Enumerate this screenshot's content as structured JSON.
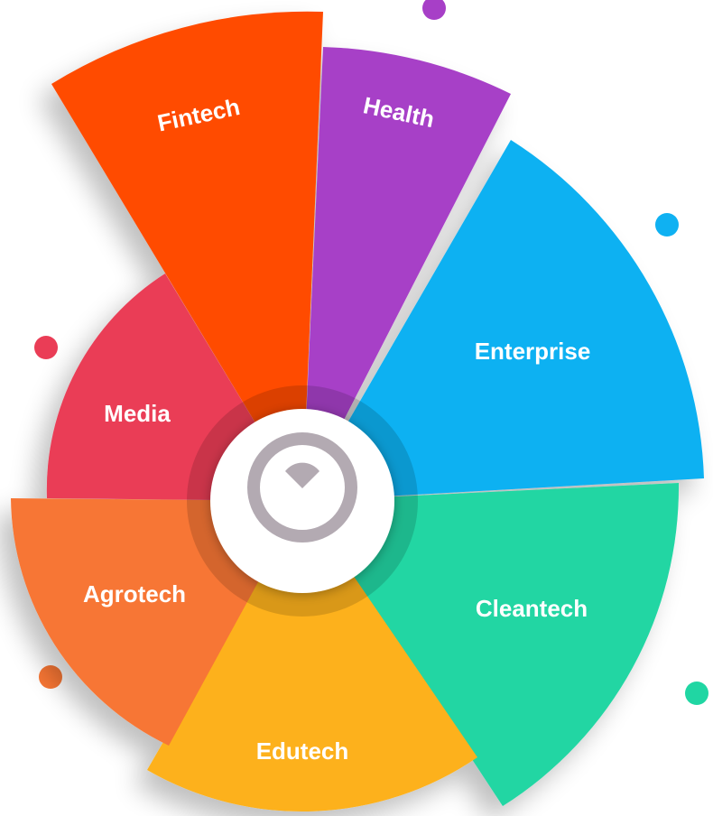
{
  "segments": [
    {
      "label": "Fintech",
      "color": "#ff4c00"
    },
    {
      "label": "Health",
      "color": "#a73fc7"
    },
    {
      "label": "Enterprise",
      "color": "#0fb1f2"
    },
    {
      "label": "Cleantech",
      "color": "#20d6a3"
    },
    {
      "label": "Edutech",
      "color": "#fdb11a"
    },
    {
      "label": "Agrotech",
      "color": "#f77634"
    },
    {
      "label": "Media",
      "color": "#ea3d56"
    }
  ],
  "dots": [
    {
      "name": "dot-purple",
      "color": "#a73fc7"
    },
    {
      "name": "dot-blue",
      "color": "#0fb1f2"
    },
    {
      "name": "dot-green",
      "color": "#20d6a3"
    },
    {
      "name": "dot-red",
      "color": "#ea3d56"
    },
    {
      "name": "dot-orange",
      "color": "#f77634"
    }
  ],
  "center": {
    "icon": "clock-icon",
    "fill": "#ffffff",
    "icon_color": "#b3aab2"
  }
}
